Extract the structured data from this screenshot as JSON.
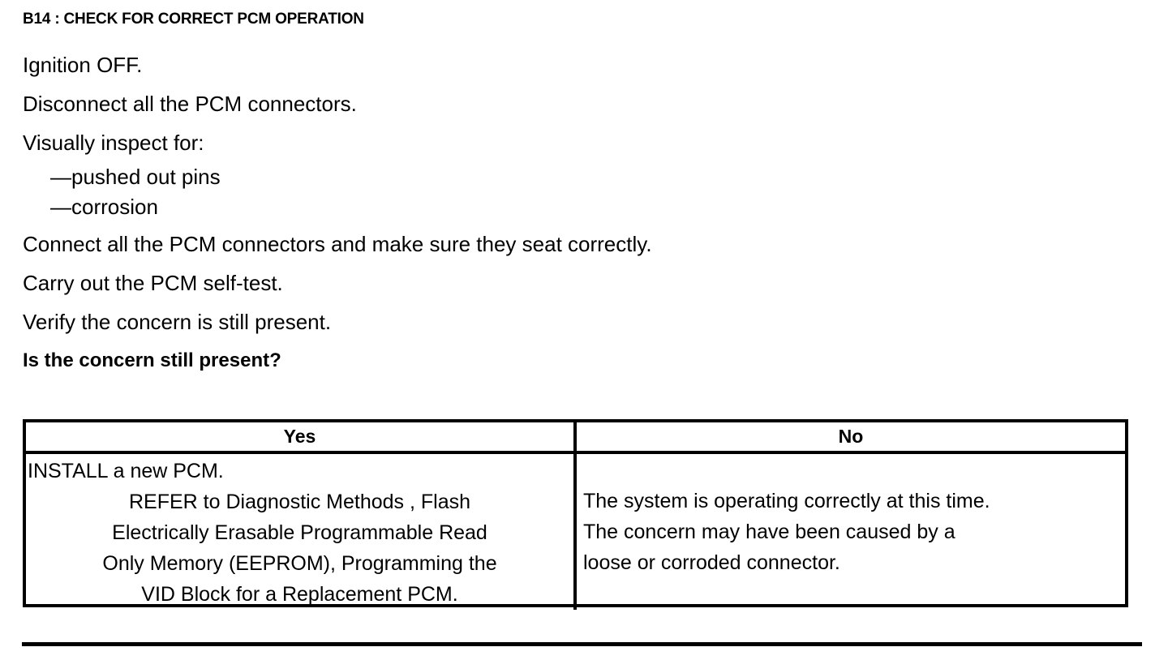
{
  "document": {
    "step_heading": "B14 : CHECK FOR CORRECT PCM OPERATION",
    "instructions": [
      "Ignition OFF.",
      "Disconnect all the PCM connectors.",
      "Visually inspect for:",
      "—pushed out pins",
      "—corrosion",
      "Connect all the PCM connectors and make sure they seat correctly.",
      "Carry out the PCM self-test.",
      "Verify the concern is still present.",
      "Is the concern still present?"
    ],
    "instruction_lines": {
      "line1": "Ignition OFF.",
      "line2": "Disconnect all the PCM connectors.",
      "line3": "Visually inspect for:",
      "bullet1": "—pushed out pins",
      "bullet2": "—corrosion",
      "line4": "Connect all the PCM connectors and make sure they seat correctly.",
      "line5": "Carry out the PCM self-test.",
      "line6": "Verify the concern is still present.",
      "question": "Is the concern still present?"
    },
    "decision_table": {
      "headers": {
        "yes": "Yes",
        "no": "No"
      },
      "yes_cell": {
        "lines": [
          "INSTALL a new PCM.",
          "REFER to Diagnostic Methods , Flash",
          "Electrically Erasable Programmable Read",
          "Only Memory (EEPROM), Programming the",
          "VID Block for a Replacement PCM."
        ],
        "line1": "INSTALL a new PCM.",
        "line2": "REFER to Diagnostic Methods , Flash",
        "line3": "Electrically Erasable Programmable Read",
        "line4": "Only Memory (EEPROM), Programming the",
        "line5": "VID Block for a Replacement PCM."
      },
      "no_cell": {
        "lines": [
          "The system is operating correctly at this time.",
          "The concern may have been caused by a",
          "loose or corroded connector."
        ],
        "line1": "The system is operating correctly at this time.",
        "line2": "The concern may have been caused by a",
        "line3": "loose or corroded connector."
      }
    },
    "colors": {
      "text": "#000000",
      "background": "#ffffff",
      "rule": "#000000"
    }
  }
}
